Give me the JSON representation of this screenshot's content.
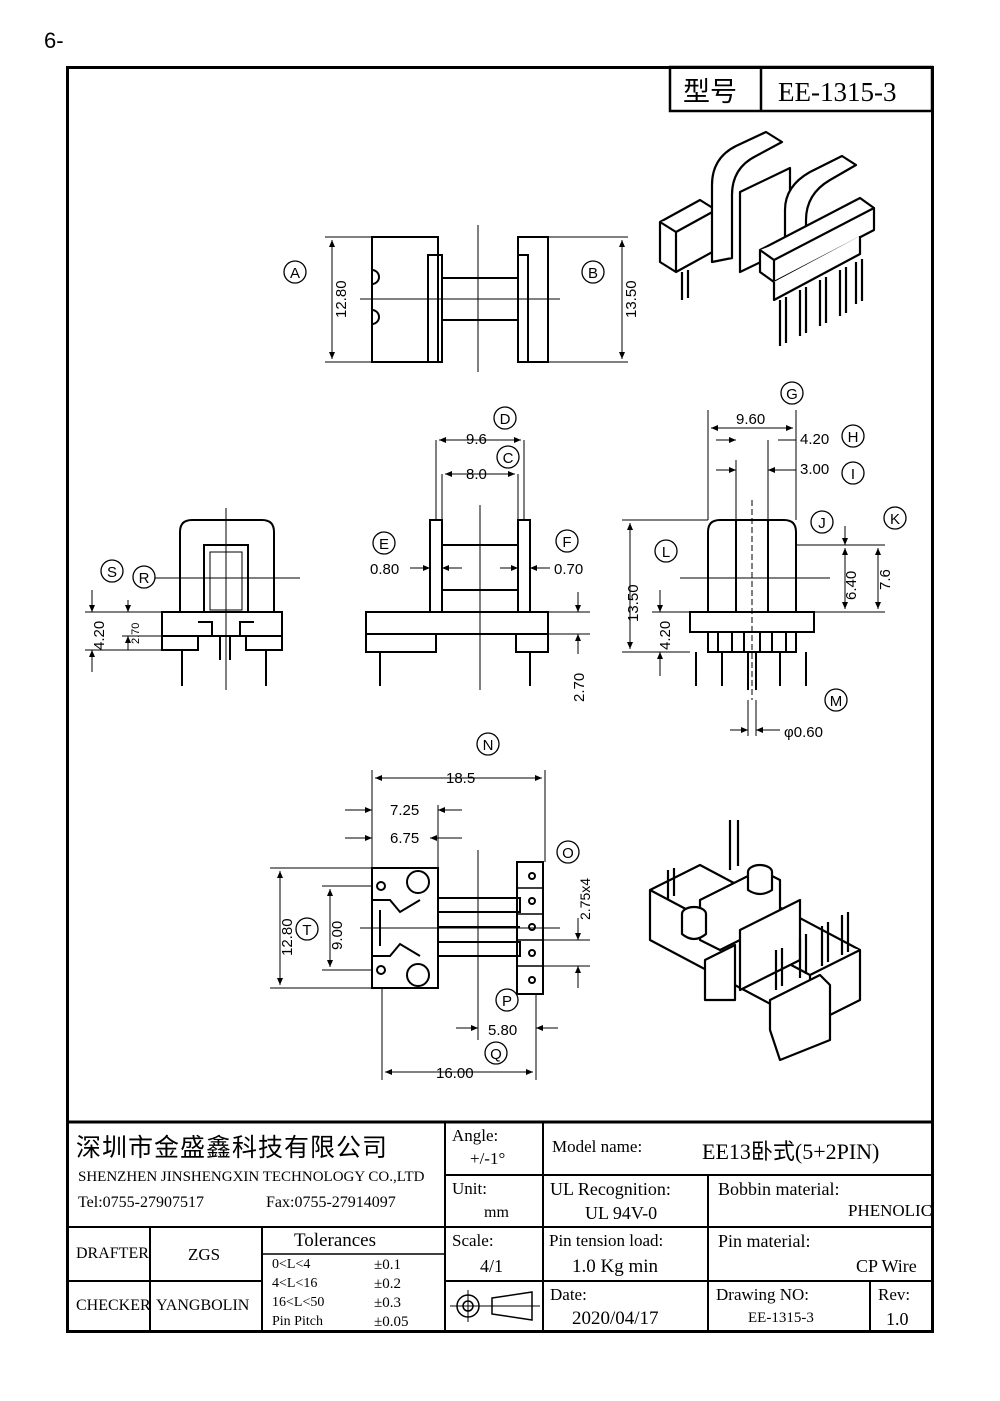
{
  "page": {
    "page_number": "6-"
  },
  "header": {
    "type_label": "型号",
    "type_value": "EE-1315-3"
  },
  "drawing": {
    "balloons": [
      "A",
      "B",
      "C",
      "D",
      "E",
      "F",
      "G",
      "H",
      "I",
      "J",
      "K",
      "L",
      "M",
      "N",
      "O",
      "P",
      "Q",
      "R",
      "S",
      "T"
    ],
    "dims": {
      "a_1280": "12.80",
      "b_1350": "13.50",
      "d_96": "9.6",
      "c_80": "8.0",
      "e_080": "0.80",
      "f_070": "0.70",
      "f_270": "2.70",
      "g_960": "9.60",
      "h_420": "4.20",
      "i_300": "3.00",
      "l_1350": "13.50",
      "l_420": "4.20",
      "j_640": "6.40",
      "k_76": "7.6",
      "m_phi": "φ0.60",
      "s_420": "4.20",
      "r_270": "2.70",
      "n_185": "18.5",
      "n_725": "7.25",
      "n_675": "6.75",
      "t_1280": "12.80",
      "t_900": "9.00",
      "o_275": "2.75x4",
      "p_580": "5.80",
      "q_1600": "16.00"
    }
  },
  "title_block": {
    "company_cn": "深圳市金盛鑫科技有限公司",
    "company_en": "SHENZHEN JINSHENGXIN TECHNOLOGY CO.,LTD",
    "tel": "Tel:0755-27907517",
    "fax": "Fax:0755-27914097",
    "angle_label": "Angle:",
    "angle_value": "+/-1°",
    "model_label": "Model name:",
    "model_value": "EE13卧式(5+2PIN)",
    "unit_label": "Unit:",
    "unit_value": "mm",
    "ul_label": "UL Recognition:",
    "ul_value": "UL 94V-0",
    "bobbin_label": "Bobbin material:",
    "bobbin_value": "PHENOLIC",
    "drafter_label": "DRAFTER",
    "drafter_value": "ZGS",
    "checker_label": "CHECKER",
    "checker_value": "YANGBOLIN",
    "tolerances_label": "Tolerances",
    "tolerances": [
      {
        "range": "0<L<4",
        "value": "±0.1"
      },
      {
        "range": "4<L<16",
        "value": "±0.2"
      },
      {
        "range": "16<L<50",
        "value": "±0.3"
      },
      {
        "range": "Pin Pitch",
        "value": "±0.05"
      }
    ],
    "scale_label": "Scale:",
    "scale_value": "4/1",
    "pin_tension_label": "Pin tension load:",
    "pin_tension_value": "1.0 Kg min",
    "pin_material_label": "Pin material:",
    "pin_material_value": "CP Wire",
    "date_label": "Date:",
    "date_value": "2020/04/17",
    "drawing_no_label": "Drawing NO:",
    "drawing_no_value": "EE-1315-3",
    "rev_label": "Rev:",
    "rev_value": "1.0"
  }
}
